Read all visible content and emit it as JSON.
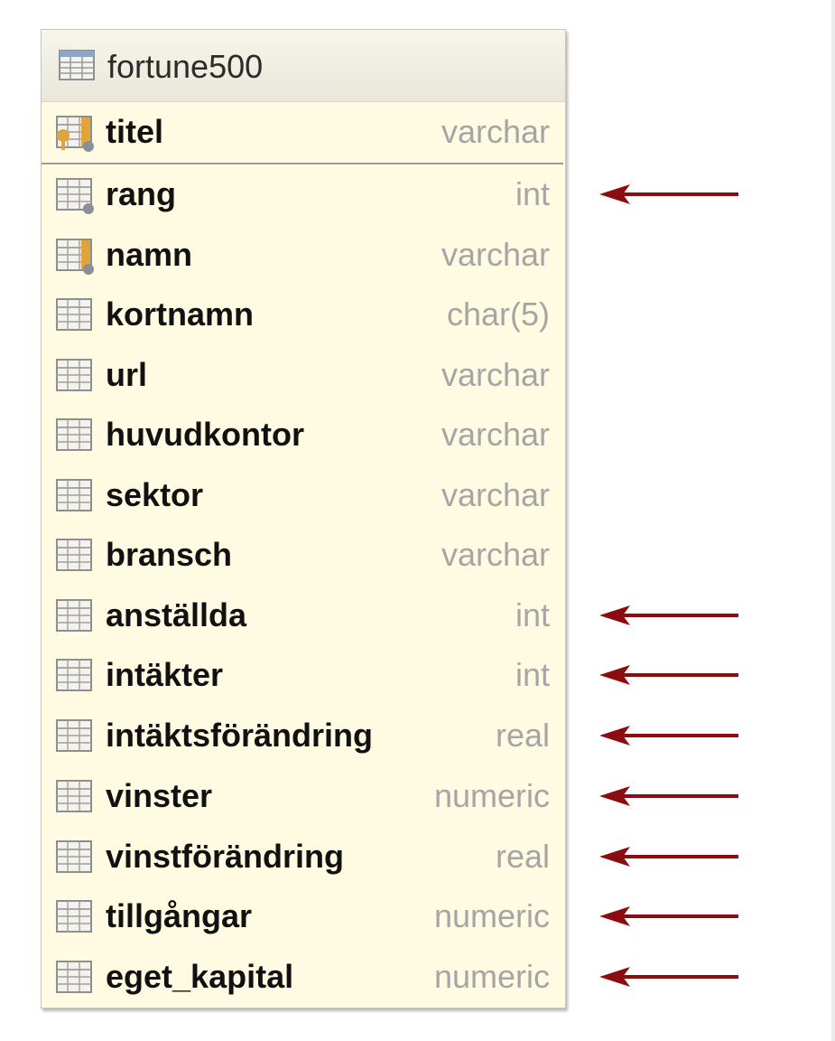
{
  "table": {
    "name": "fortune500",
    "columns": [
      {
        "name": "titel",
        "type": "varchar",
        "icon": "primary-key-column-icon",
        "marked": false
      },
      {
        "name": "rang",
        "type": "int",
        "icon": "unique-index-column-icon",
        "marked": true
      },
      {
        "name": "namn",
        "type": "varchar",
        "icon": "key-index-column-icon",
        "marked": false
      },
      {
        "name": "kortnamn",
        "type": "char(5)",
        "icon": "column-icon",
        "marked": false
      },
      {
        "name": "url",
        "type": "varchar",
        "icon": "column-icon",
        "marked": false
      },
      {
        "name": "huvudkontor",
        "type": "varchar",
        "icon": "column-icon",
        "marked": false
      },
      {
        "name": "sektor",
        "type": "varchar",
        "icon": "column-icon",
        "marked": false
      },
      {
        "name": "bransch",
        "type": "varchar",
        "icon": "column-icon",
        "marked": false
      },
      {
        "name": "anställda",
        "type": "int",
        "icon": "column-icon",
        "marked": true
      },
      {
        "name": "intäkter",
        "type": "int",
        "icon": "column-icon",
        "marked": true
      },
      {
        "name": "intäktsförändring",
        "type": "real",
        "icon": "column-icon",
        "marked": true
      },
      {
        "name": "vinster",
        "type": "numeric",
        "icon": "column-icon",
        "marked": true
      },
      {
        "name": "vinstförändring",
        "type": "real",
        "icon": "column-icon",
        "marked": true
      },
      {
        "name": "tillgångar",
        "type": "numeric",
        "icon": "column-icon",
        "marked": true
      },
      {
        "name": "eget_kapital",
        "type": "numeric",
        "icon": "column-icon",
        "marked": true
      }
    ]
  },
  "colors": {
    "card_background": "#fffbe2",
    "column_name": "#111111",
    "column_type": "#a5a5a5",
    "arrow": "#8b0d10",
    "key_icon": "#e0a43c"
  }
}
